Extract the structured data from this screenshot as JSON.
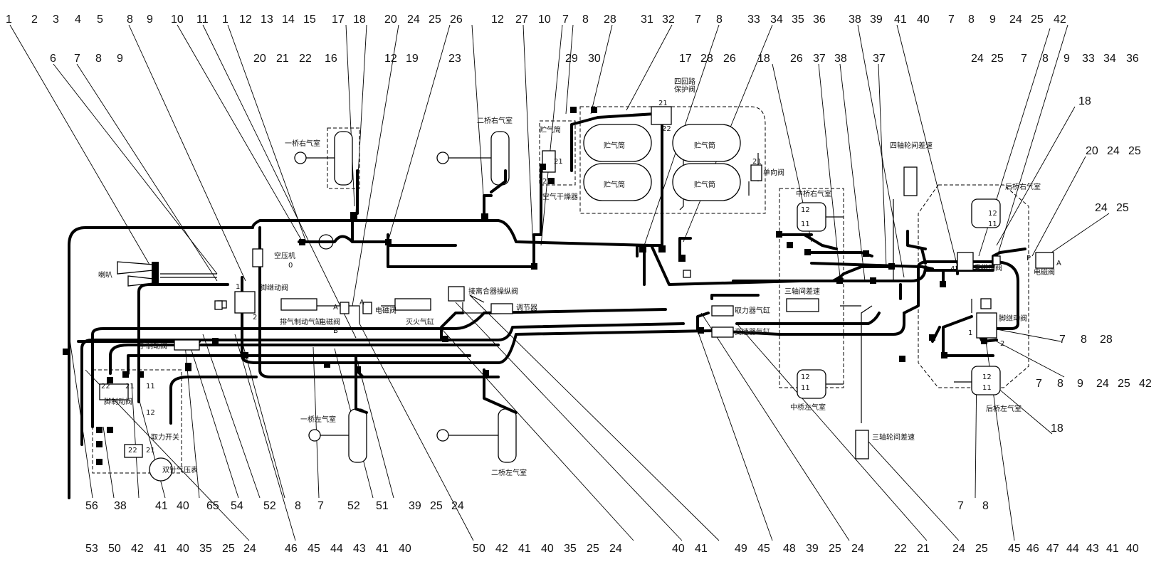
{
  "top_labels": [
    "1",
    "2",
    "3",
    "4",
    "5",
    "8",
    "9",
    "10",
    "11",
    "1",
    "12",
    "13",
    "14",
    "15",
    "17",
    "18",
    "20",
    "24",
    "25",
    "26",
    "12",
    "27",
    "10",
    "7",
    "8",
    "28",
    "31",
    "32",
    "7",
    "8",
    "33",
    "34",
    "35",
    "36",
    "38",
    "39",
    "41",
    "40",
    "7",
    "8",
    "9",
    "24",
    "25",
    "42"
  ],
  "second_row_labels": [
    "6",
    "7",
    "8",
    "9",
    "20",
    "21",
    "22",
    "16",
    "12",
    "19",
    "23",
    "29",
    "30",
    "17",
    "28",
    "26",
    "18",
    "26",
    "37",
    "38",
    "37",
    "24",
    "25",
    "7",
    "8",
    "9",
    "33",
    "34",
    "36"
  ],
  "right_labels": [
    "18",
    "20",
    "24",
    "25",
    "24",
    "25",
    "7",
    "8",
    "28",
    "7",
    "8",
    "9",
    "24",
    "25",
    "42",
    "18"
  ],
  "bottom_row1": [
    "56",
    "38",
    "41",
    "40",
    "65",
    "54",
    "52",
    "8",
    "7",
    "52",
    "51",
    "39",
    "25",
    "24",
    "7",
    "8"
  ],
  "bottom_row2": [
    "53",
    "50",
    "42",
    "41",
    "40",
    "35",
    "25",
    "24",
    "46",
    "45",
    "44",
    "43",
    "41",
    "40",
    "50",
    "42",
    "41",
    "40",
    "35",
    "25",
    "24",
    "40",
    "41",
    "49",
    "45",
    "48",
    "39",
    "25",
    "24",
    "22",
    "21",
    "24",
    "25",
    "45",
    "46",
    "47",
    "44",
    "43",
    "41",
    "40"
  ],
  "components": {
    "axle1_right": "一桥右气室",
    "axle2_right": "二桥右气室",
    "axle1_left": "一桥左气室",
    "axle2_left": "二桥左气室",
    "air_tank": "贮气筒",
    "air_tank_small": "贮气筒",
    "air_dryer": "空气干燥器",
    "four_circuit": "四回路保护阀",
    "check_valve": "单向阀",
    "compressor": "空压机",
    "foot_valve": "脚继动阀",
    "horn": "喇叭",
    "exhaust_cyl": "排气制动气缸",
    "solenoid1": "电磁阀",
    "solenoid2": "电磁阀",
    "fire_cyl": "灭火气缸",
    "clutch_valve": "接离合器操纵阀",
    "regulator": "调节器",
    "hand_valve": "手制动阀",
    "brake_valve": "脚制动阀",
    "pto_switch": "取力开关",
    "gauge": "双针气压表",
    "pto_cyl": "取力器气缸",
    "gearbox_cyl": "变速器气缸",
    "mid_right": "中桥右气室",
    "mid_left": "中桥左气室",
    "axle3_diff": "三轴间差速",
    "axle3_wheel_diff": "三轴轮间差速",
    "axle4_wheel_diff": "四轴轮间差速",
    "rear_right": "后桥右气室",
    "rear_left": "后桥左气室",
    "hand_relay": "手继动阀",
    "solenoid3": "电磁阀",
    "foot_relay2": "脚继动阀"
  },
  "port_marks": {
    "p1": "1",
    "p2": "2",
    "p0": "0",
    "p21": "21",
    "p22": "22",
    "p11": "11",
    "p12": "12",
    "p41": "41",
    "p42": "42",
    "pA": "A",
    "pP": "P",
    "pB": "B",
    "pA2": "A"
  }
}
